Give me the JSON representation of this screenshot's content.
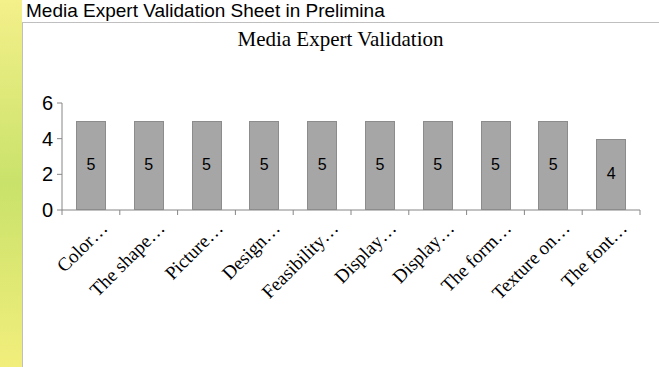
{
  "diagram": {
    "title": "Media Expert Validation",
    "nodes": [
      {
        "text": [
          "5"
        ]
      },
      {
        "text": [
          "5"
        ]
      },
      {
        "text": [
          "5"
        ]
      },
      {
        "text": [
          "5"
        ]
      },
      {
        "text": [
          "5"
        ]
      },
      {
        "text": [
          "5"
        ]
      },
      {
        "text": [
          "5"
        ]
      },
      {
        "text": [
          "5"
        ]
      },
      {
        "text": [
          "5"
        ]
      },
      {
        "text": [
          "4"
        ]
      }
    ],
    "labels": [
      "Media Expert Validation Sheet in Prelimina",
      "6",
      "4",
      "2",
      "0",
      "Color…",
      "The shape…",
      "Picture…",
      "Design…",
      "Feasibility…",
      "Display…",
      "Display…",
      "The form…",
      "Texture on…",
      "The font…"
    ]
  }
}
